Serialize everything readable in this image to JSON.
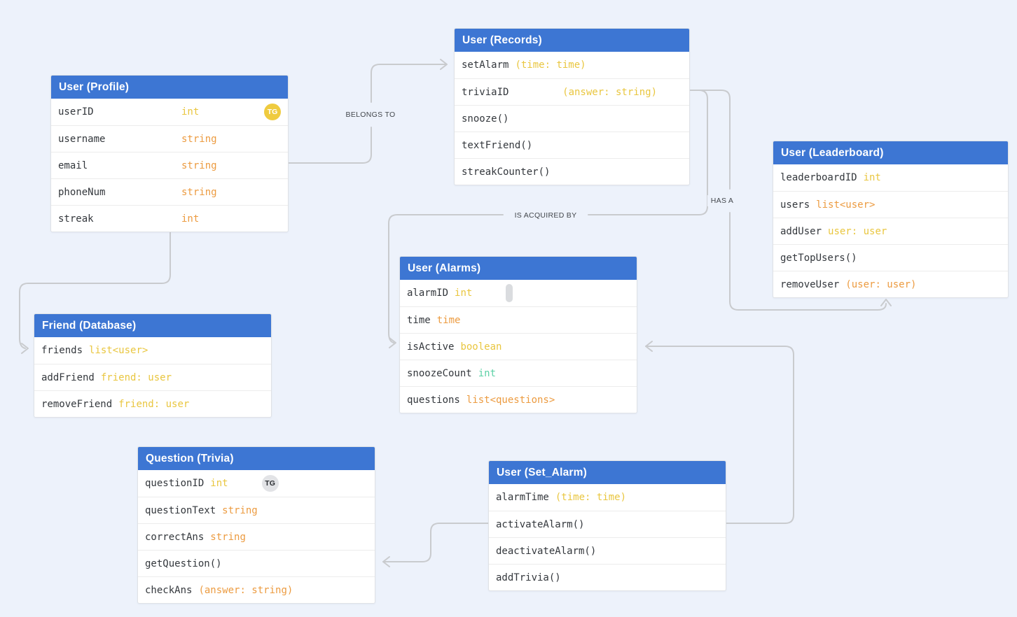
{
  "canvas": {
    "background": "#edf2fb",
    "header_color": "#3d76d3",
    "connector_color": "#c9cbce"
  },
  "type_colors": {
    "yellow": "#e9c63f",
    "orange": "#ec9b40",
    "green": "#5bd0a5"
  },
  "badges": {
    "profile_tg": {
      "text": "TG",
      "color": "#efcb3f"
    },
    "trivia_tg": {
      "text": "TG",
      "color": "#e2e3e6"
    }
  },
  "relationships": [
    {
      "label": "BELONGS TO",
      "from": "User (Profile)",
      "to": "User (Records)"
    },
    {
      "label": "IS ACQUIRED BY",
      "from": "User (Records)",
      "to": "User (Alarms)"
    },
    {
      "label": "HAS A",
      "from": "User (Records)",
      "to": "User (Leaderboard)"
    },
    {
      "label": "",
      "from": "User (Profile)",
      "to": "Friend (Database)"
    },
    {
      "label": "",
      "from": "User (Set_Alarm)",
      "to": "User (Alarms)"
    },
    {
      "label": "",
      "from": "User (Set_Alarm)",
      "to": "Question (Trivia)"
    }
  ],
  "tables": [
    {
      "title": "User (Profile)",
      "rows": [
        {
          "name": "userID",
          "type": "int",
          "type_color": "yellow",
          "badge": "TG"
        },
        {
          "name": "username",
          "type": "string",
          "type_color": "orange"
        },
        {
          "name": "email",
          "type": "string",
          "type_color": "orange"
        },
        {
          "name": "phoneNum",
          "type": "string",
          "type_color": "orange"
        },
        {
          "name": "streak",
          "type": "int",
          "type_color": "orange"
        }
      ]
    },
    {
      "title": "User (Records)",
      "rows": [
        {
          "name": "setAlarm",
          "type": "(time: time)",
          "type_color": "yellow"
        },
        {
          "name": "triviaID",
          "type": "(answer: string)",
          "type_color": "yellow"
        },
        {
          "name": "snooze()"
        },
        {
          "name": "textFriend()"
        },
        {
          "name": "streakCounter()"
        }
      ]
    },
    {
      "title": "User (Leaderboard)",
      "rows": [
        {
          "name": "leaderboardID",
          "type": "int",
          "type_color": "yellow"
        },
        {
          "name": "users",
          "type": "list<user>",
          "type_color": "orange"
        },
        {
          "name": "addUser",
          "type": "user: user",
          "type_color": "yellow"
        },
        {
          "name": "getTopUsers()"
        },
        {
          "name": "removeUser",
          "type": "(user: user)",
          "type_color": "orange"
        }
      ]
    },
    {
      "title": "User (Alarms)",
      "rows": [
        {
          "name": "alarmID",
          "type": "int",
          "type_color": "yellow"
        },
        {
          "name": "time",
          "type": "time",
          "type_color": "orange"
        },
        {
          "name": "isActive",
          "type": "boolean",
          "type_color": "yellow"
        },
        {
          "name": "snoozeCount",
          "type": "int",
          "type_color": "green"
        },
        {
          "name": "questions",
          "type": "list<questions>",
          "type_color": "orange"
        }
      ]
    },
    {
      "title": "Friend (Database)",
      "rows": [
        {
          "name": "friends",
          "type": "list<user>",
          "type_color": "yellow"
        },
        {
          "name": "addFriend",
          "type": "friend: user",
          "type_color": "yellow"
        },
        {
          "name": "removeFriend",
          "type": "friend: user",
          "type_color": "yellow"
        }
      ]
    },
    {
      "title": "Question (Trivia)",
      "rows": [
        {
          "name": "questionID",
          "type": "int",
          "type_color": "yellow",
          "badge": "TG"
        },
        {
          "name": "questionText",
          "type": "string",
          "type_color": "orange"
        },
        {
          "name": "correctAns",
          "type": "string",
          "type_color": "orange"
        },
        {
          "name": "getQuestion()"
        },
        {
          "name": "checkAns",
          "type": "(answer: string)",
          "type_color": "orange"
        }
      ]
    },
    {
      "title": "User (Set_Alarm)",
      "rows": [
        {
          "name": "alarmTime",
          "type": "(time: time)",
          "type_color": "yellow"
        },
        {
          "name": "activateAlarm()"
        },
        {
          "name": "deactivateAlarm()"
        },
        {
          "name": "addTrivia()"
        }
      ]
    }
  ]
}
